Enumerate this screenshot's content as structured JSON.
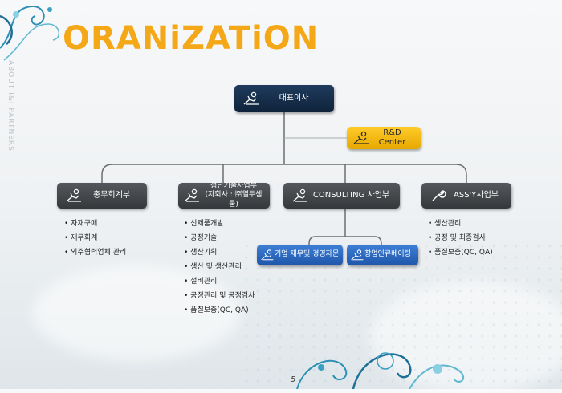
{
  "title": "ORANiZATiON",
  "side_text": "ABOUT I&I PARTNERS",
  "page_number": "5",
  "ceo": {
    "label": "대표이사",
    "icon": "worker-icon"
  },
  "rnd": {
    "label": "R&D Center",
    "icon": "worker-icon"
  },
  "departments": [
    {
      "label": "총무회계부",
      "icon": "worker-icon",
      "items": [
        "자재구매",
        "재무회계",
        "외주협력업체 관리"
      ]
    },
    {
      "label": "첨단기술사업부",
      "sub": "(자회사 : ㈜열두샘물)",
      "icon": "worker-icon",
      "items": [
        "신제품개발",
        "공정기술",
        "생산기획",
        "생산 및 생산관리",
        "설비관리",
        "공정관리 및 공정검사",
        "품질보증(QC, QA)"
      ]
    },
    {
      "label": "CONSULTING 사업부",
      "icon": "worker-icon",
      "children": [
        {
          "label": "기업 재무및 경영자문",
          "icon": "worker-icon"
        },
        {
          "label": "창업인큐베이팅",
          "icon": "worker-icon"
        }
      ]
    },
    {
      "label": "ASS'Y사업부",
      "icon": "wrench-icon",
      "items": [
        "생산관리",
        "공정 및 최종검사",
        "품질보증(QC, QA)"
      ]
    }
  ],
  "colors": {
    "title": "#f4a817",
    "dark_box": "#3e4245",
    "navy_box": "#14293f",
    "gold_box": "#f7bb0f",
    "blue_box": "#2a66bd"
  }
}
